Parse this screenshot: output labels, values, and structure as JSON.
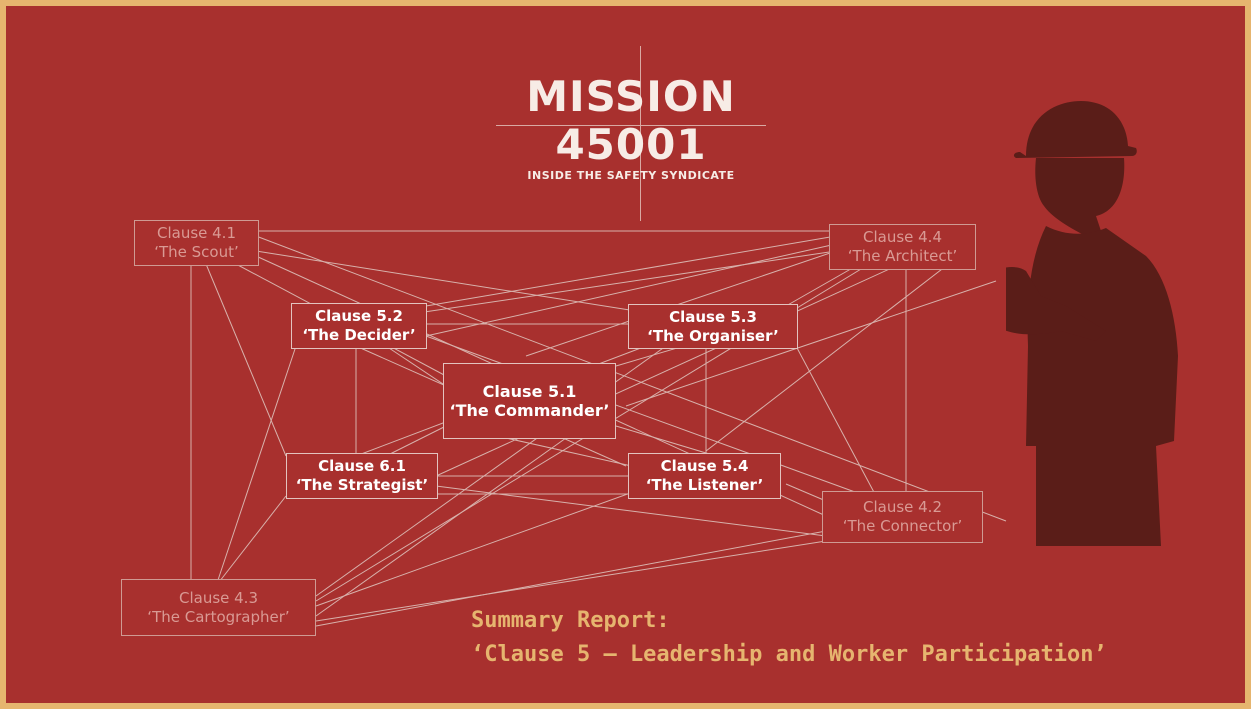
{
  "title": {
    "line1": "MISSION",
    "line2": "45001",
    "tagline": "INSIDE THE SAFETY SYNDICATE"
  },
  "nodes": [
    {
      "id": "n41",
      "clause": "Clause 4.1",
      "name": "‘The Scout’",
      "style": "faded"
    },
    {
      "id": "n44",
      "clause": "Clause 4.4",
      "name": "‘The Architect’",
      "style": "faded"
    },
    {
      "id": "n52",
      "clause": "Clause 5.2",
      "name": "‘The Decider’",
      "style": "bright"
    },
    {
      "id": "n53",
      "clause": "Clause 5.3",
      "name": "‘The Organiser’",
      "style": "bright"
    },
    {
      "id": "n51",
      "clause": "Clause 5.1",
      "name": "‘The Commander’",
      "style": "bright"
    },
    {
      "id": "n61",
      "clause": "Clause 6.1",
      "name": "‘The Strategist’",
      "style": "bright"
    },
    {
      "id": "n54",
      "clause": "Clause 5.4",
      "name": "‘The Listener’",
      "style": "bright"
    },
    {
      "id": "n42",
      "clause": "Clause 4.2",
      "name": "‘The Connector’",
      "style": "faded"
    },
    {
      "id": "n43",
      "clause": "Clause 4.3",
      "name": "‘The Cartographer’",
      "style": "faded"
    }
  ],
  "summary": {
    "line1": "Summary Report:",
    "line2": "‘Clause 5 – Leadership and Worker Participation’"
  },
  "icons": {
    "figure": "worker-hardhat-silhouette-icon"
  },
  "colors": {
    "background": "#a8302e",
    "border": "#e6b56f",
    "silhouette": "#5a1d18",
    "accent_text": "#e6b56f"
  }
}
